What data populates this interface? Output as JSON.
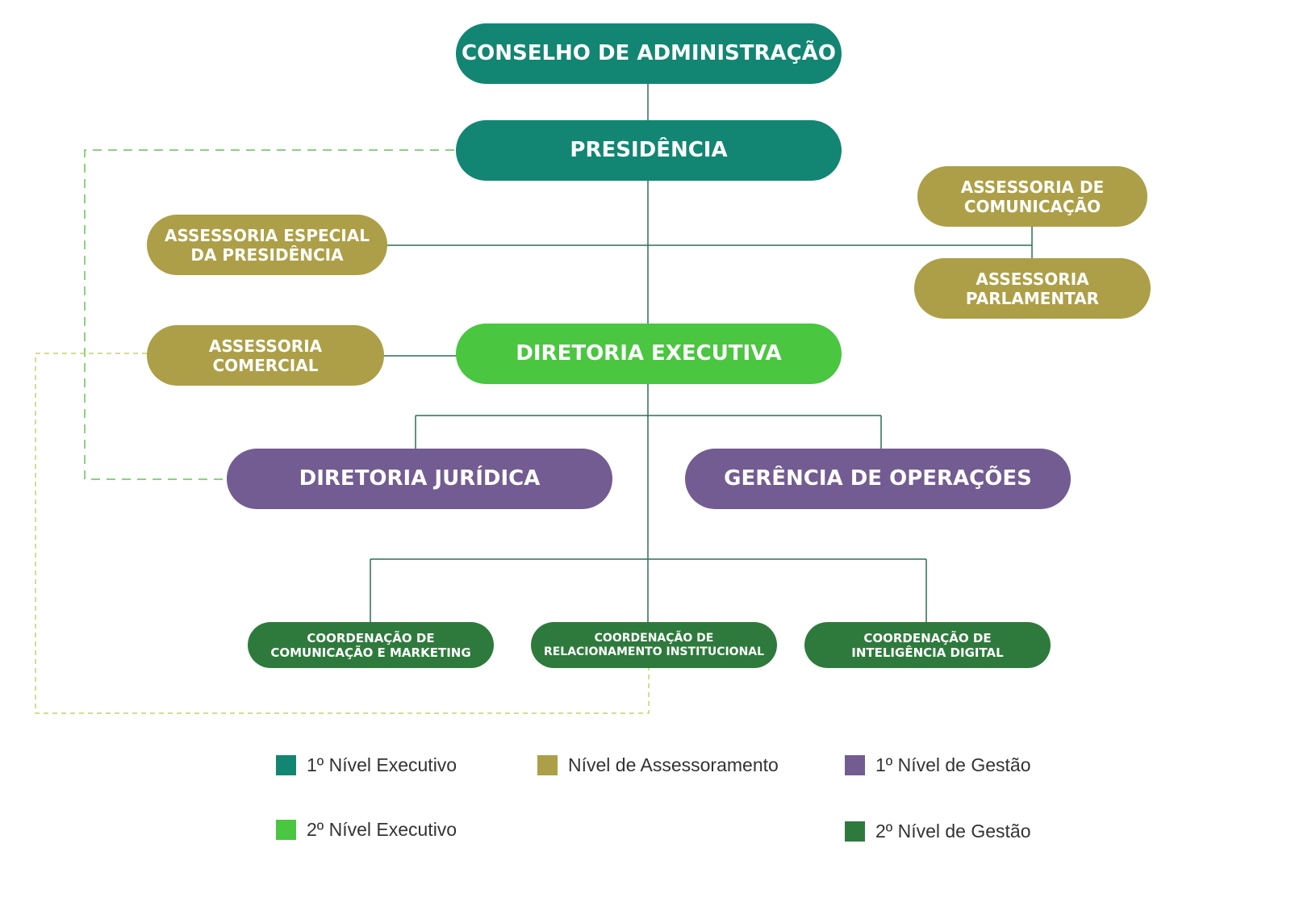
{
  "nodes": {
    "conselho": "CONSELHO DE ADMINISTRAÇÃO",
    "presidencia": "PRESIDÊNCIA",
    "assessoria_especial": "ASSESSORIA ESPECIAL\nDA PRESIDÊNCIA",
    "assessoria_comunicacao": "ASSESSORIA DE\nCOMUNICAÇÃO",
    "assessoria_parlamentar": "ASSESSORIA\nPARLAMENTAR",
    "assessoria_comercial": "ASSESSORIA\nCOMERCIAL",
    "diretoria_executiva": "DIRETORIA EXECUTIVA",
    "diretoria_juridica": "DIRETORIA JURÍDICA",
    "gerencia_operacoes": "GERÊNCIA DE OPERAÇÕES",
    "coord_comunicacao": "COORDENAÇÃO DE\nCOMUNICAÇÃO E MARKETING",
    "coord_relacionamento": "COORDENAÇÃO DE\nRELACIONAMENTO INSTITUCIONAL",
    "coord_inteligencia": "COORDENAÇÃO DE\nINTELIGÊNCIA DIGITAL"
  },
  "legend": {
    "exec1": "1º Nível Executivo",
    "assessoramento": "Nível de Assessoramento",
    "gestao1": "1º Nível de Gestão",
    "exec2": "2º Nível Executivo",
    "gestao2": "2º Nível de Gestão"
  },
  "colors": {
    "exec1": "#128672",
    "exec2": "#4ac640",
    "assessoramento": "#ad9f47",
    "gestao1": "#735c91",
    "gestao2": "#2e7a3c",
    "connector": "#2e6e55",
    "dashed_green": "#66c05a",
    "dashed_olive": "#c8cf6e"
  }
}
